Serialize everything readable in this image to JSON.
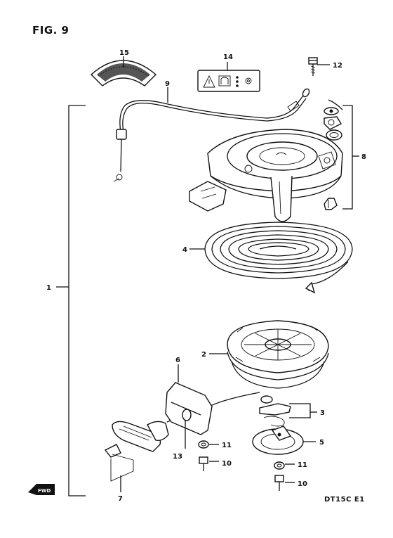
{
  "figure": {
    "title": "FIG. 9",
    "model_code": "DT15C E1",
    "fwd_label": "FWD"
  },
  "callouts": [
    {
      "id": "1",
      "label": "1"
    },
    {
      "id": "2",
      "label": "2"
    },
    {
      "id": "3",
      "label": "3"
    },
    {
      "id": "4",
      "label": "4"
    },
    {
      "id": "5",
      "label": "5"
    },
    {
      "id": "6",
      "label": "6"
    },
    {
      "id": "7",
      "label": "7"
    },
    {
      "id": "8",
      "label": "8"
    },
    {
      "id": "9",
      "label": "9"
    },
    {
      "id": "10a",
      "label": "10"
    },
    {
      "id": "10b",
      "label": "10"
    },
    {
      "id": "11a",
      "label": "11"
    },
    {
      "id": "11b",
      "label": "11"
    },
    {
      "id": "12",
      "label": "12"
    },
    {
      "id": "13",
      "label": "13"
    },
    {
      "id": "14",
      "label": "14"
    },
    {
      "id": "15",
      "label": "15"
    }
  ],
  "colors": {
    "ink": "#111111",
    "paper": "#ffffff"
  }
}
